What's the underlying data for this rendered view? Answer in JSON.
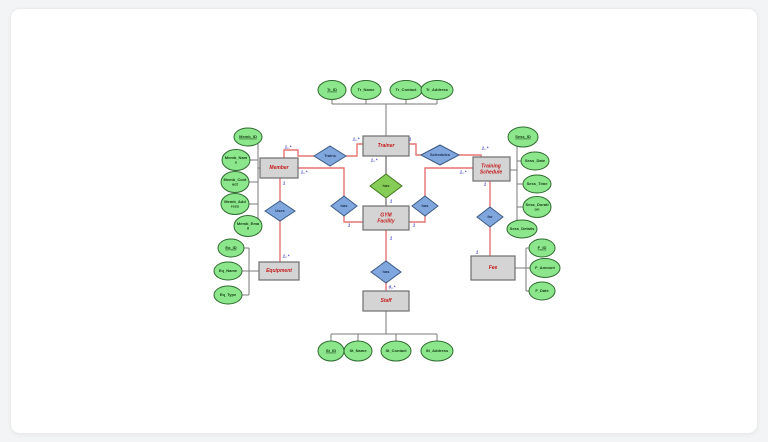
{
  "entities": {
    "trainer": {
      "label": "Trainer"
    },
    "member": {
      "label": "Member"
    },
    "training_schedule": {
      "label": "Training Schedule"
    },
    "gym_facility": {
      "label": "GYM Facility"
    },
    "equipment": {
      "label": "Equipment"
    },
    "fee": {
      "label": "Fee"
    },
    "staff": {
      "label": "Staff"
    }
  },
  "relationships": {
    "trains": {
      "label": "Trains",
      "from": "Member",
      "to": "Trainer"
    },
    "schedules": {
      "label": "Schedules",
      "from": "Trainer",
      "to": "Training Schedule"
    },
    "trainer_has_gym": {
      "label": "has",
      "from": "Trainer",
      "to": "GYM Facility"
    },
    "member_has_gym": {
      "label": "has",
      "from": "Member",
      "to": "GYM Facility"
    },
    "schedule_has_gym": {
      "label": "has",
      "from": "Training Schedule",
      "to": "GYM Facility"
    },
    "member_uses_equipment": {
      "label": "Uses",
      "from": "Member",
      "to": "Equipment"
    },
    "schedule_for_fee": {
      "label": "for",
      "from": "Training Schedule",
      "to": "Fee"
    },
    "gym_has_staff": {
      "label": "has",
      "from": "GYM Facility",
      "to": "Staff"
    }
  },
  "attributes": {
    "trainer": {
      "tr_id": "Tr_ID",
      "tr_name": "Tr_Name",
      "tr_contact": "Tr_Contact",
      "tr_address": "Tr_Address"
    },
    "member": {
      "memb_id": "Memb_ID",
      "memb_name": "Memb_Name",
      "memb_contact": "Memb_Contact",
      "memb_address": "Memb_Address",
      "memb_email": "Memb_Email"
    },
    "training_schedule": {
      "sess_id": "Sess_ID",
      "sess_date": "Sess_Date",
      "sess_time": "Sess_Time",
      "sess_duration": "Sess_Duration",
      "sess_details": "Sess_Details"
    },
    "equipment": {
      "eq_id": "Eq_ID",
      "eq_name": "Eq_Name",
      "eq_type": "Eq_Type"
    },
    "fee": {
      "f_id": "F_ID",
      "f_amount": "F_Amount",
      "f_date": "F_Date"
    },
    "staff": {
      "st_id": "St_ID",
      "st_name": "St_Name",
      "st_contact": "St_Contact",
      "st_address": "St_Address"
    }
  },
  "primary_keys": [
    "Tr_ID",
    "Memb_ID",
    "Sess_ID",
    "Eq_ID",
    "F_ID",
    "St_ID"
  ],
  "cardinalities": {
    "member_trains": "1..*",
    "trainer_trains": "1..*",
    "trainer_schedules": "1",
    "schedule_schedules": "1..*",
    "trainer_has": "1..*",
    "gym_has_top": "1",
    "member_has": "1..*",
    "gym_has_left": "1",
    "schedule_has": "1..*",
    "gym_has_right": "1",
    "member_uses": "1",
    "equipment_uses": "1..*",
    "schedule_for": "1",
    "fee_for": "1",
    "gym_staff_has": "1",
    "staff_has": "0..*"
  },
  "colors": {
    "entity_fill": "#d4d4d4",
    "entity_border": "#6f6f6f",
    "entity_text": "#c51a1a",
    "attribute_fill": "#8ce68c",
    "attribute_border": "#2f6b2f",
    "attribute_text": "#143c14",
    "relationship_fill": "#7fa7de",
    "relationship_border": "#3d5a82",
    "identifying_relationship_fill": "#86cd57",
    "relationship_line": "#e57373",
    "attribute_line": "#7a7a7a",
    "cardinality_text": "#4646c6"
  }
}
